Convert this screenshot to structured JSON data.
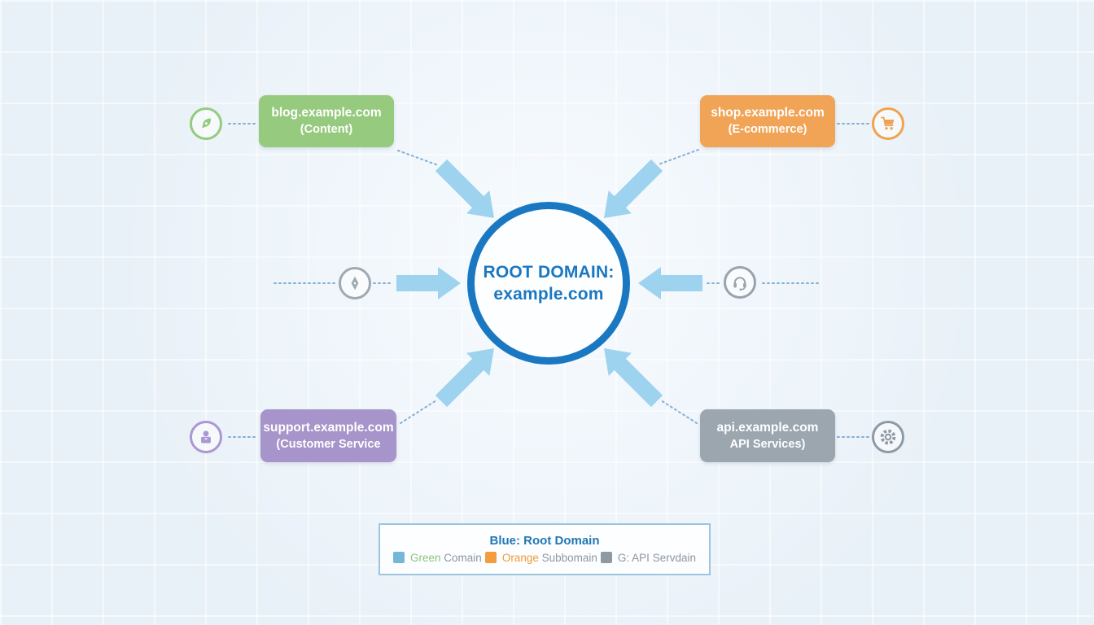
{
  "center": {
    "title": "ROOT DOMAIN:",
    "subtitle": "example.com",
    "color": "#1a78c2"
  },
  "nodes": [
    {
      "id": "blog",
      "domain": "blog.example.com",
      "label": "(Content)",
      "color": "#96ca7e",
      "icon": "pen-icon"
    },
    {
      "id": "shop",
      "domain": "shop.example.com",
      "label": "(E-commerce)",
      "color": "#f1a356",
      "icon": "cart-icon"
    },
    {
      "id": "support",
      "domain": "support.example.com",
      "label": "(Customer Service",
      "color": "#a694ca",
      "icon": "support-person-icon"
    },
    {
      "id": "api",
      "domain": "api.example.com",
      "label": "API Services)",
      "color": "#9ca6af",
      "icon": "gear-icon"
    }
  ],
  "icons": {
    "pen": {
      "color": "#95cb7e"
    },
    "cart": {
      "color": "#f0a34e"
    },
    "person": {
      "color": "#ab97d3"
    },
    "gear": {
      "color": "#8f9aa4"
    },
    "diamond": {
      "color": "#9fa9b2"
    },
    "headset": {
      "color": "#99a3ac"
    }
  },
  "legend": {
    "title": "Blue: Root Domain",
    "title_color": "#2277b5",
    "text_color": "#8d97a0",
    "items": [
      {
        "swatch": "#74b7d8",
        "lead": "Green",
        "lead_color": "#8cc479",
        "rest": " Comain"
      },
      {
        "swatch": "#f49d3f",
        "lead": "Orange",
        "lead_color": "#f0993a",
        "rest": " Subbomain"
      },
      {
        "swatch": "#8f99a2",
        "lead": "G:",
        "lead_color": "#8d97a0",
        "rest": " API Servdain"
      }
    ]
  },
  "colors": {
    "background": "#e9f1f8",
    "arrow_blue": "#9dd3ee",
    "dotted_line": "#84aed6",
    "root_border_blue": "#1a78c2"
  }
}
